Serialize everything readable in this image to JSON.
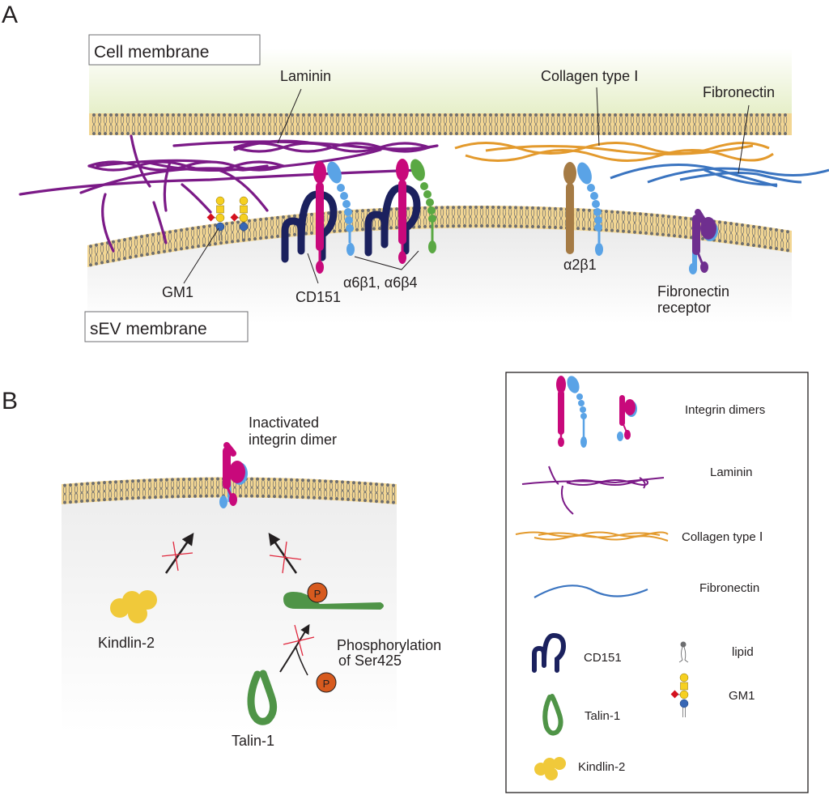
{
  "figure": {
    "panel_a": {
      "letter": "A",
      "cell_membrane_label": "Cell membrane",
      "sev_membrane_label": "sEV membrane",
      "labels": {
        "laminin": "Laminin",
        "collagen": "Collagen type Ⅰ",
        "fibronectin": "Fibronectin",
        "gm1": "GM1",
        "cd151": "CD151",
        "a6_integrins": "α6β1, α6β4",
        "a2b1": "α2β1",
        "fn_receptor_line1": "Fibronectin",
        "fn_receptor_line2": "receptor"
      }
    },
    "panel_b": {
      "letter": "B",
      "labels": {
        "inactivated_line1": "Inactivated",
        "inactivated_line2": "integrin dimer",
        "kindlin": "Kindlin-2",
        "talin": "Talin-1",
        "phospho_line1": "Phosphorylation",
        "phospho_line2": "of Ser425",
        "p_badge": "P"
      }
    },
    "legend": {
      "items": [
        {
          "label": "Integrin dimers",
          "icon": "integrin-dimers-icon"
        },
        {
          "label": "Laminin",
          "icon": "laminin-icon"
        },
        {
          "label": "Collagen type Ⅰ",
          "icon": "collagen-icon"
        },
        {
          "label": "Fibronectin",
          "icon": "fibronectin-icon"
        },
        {
          "label": "CD151",
          "icon": "cd151-icon"
        },
        {
          "label": "lipid",
          "icon": "lipid-icon"
        },
        {
          "label": "GM1",
          "icon": "gm1-icon"
        },
        {
          "label": "Talin-1",
          "icon": "talin-icon"
        },
        {
          "label": "Kindlin-2",
          "icon": "kindlin-icon"
        }
      ]
    },
    "colors": {
      "membrane": "#f2d693",
      "lipid_head": "#6d6e70",
      "laminin": "#7b1a87",
      "collagen": "#e39a2d",
      "fibronectin": "#3a74c0",
      "integrin_alpha": "#c8097b",
      "integrin_beta": "#5aa3e6",
      "integrin_beta4": "#5aa843",
      "a2_subunit": "#a57b45",
      "fn_receptor": "#6f2f8f",
      "cd151": "#1b215e",
      "talin": "#4f9447",
      "kindlin": "#f0c93a",
      "phospho": "#d75a1e",
      "block_x": "#e0263c",
      "gm1_sugar": "#f6d020",
      "gm1_sialic": "#d4111e",
      "gm1_glc": "#3767b5"
    }
  }
}
